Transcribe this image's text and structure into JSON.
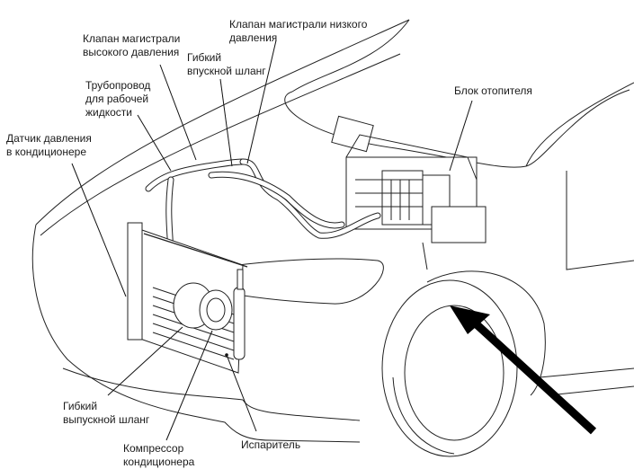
{
  "diagram": {
    "subject": "Car air conditioning system component locations",
    "labels": {
      "high_pressure_valve": "Клапан магистрали\nвысокого давления",
      "low_pressure_valve": "Клапан магистрали низкого\nдавления",
      "suction_hose": "Гибкий\nвпускной шланг",
      "refrigerant_pipe": "Трубопровод\nдля рабочей\nжидкости",
      "ac_pressure_sensor": "Датчик давления\nв кондиционере",
      "heater_unit": "Блок отопителя",
      "discharge_hose": "Гибкий\nвыпускной шланг",
      "ac_compressor": "Компрессор\nкондиционера",
      "evaporator": "Испаритель"
    },
    "annotation": {
      "arrow": "large black arrow pointing to front wheel arch",
      "color": "#000000"
    }
  }
}
